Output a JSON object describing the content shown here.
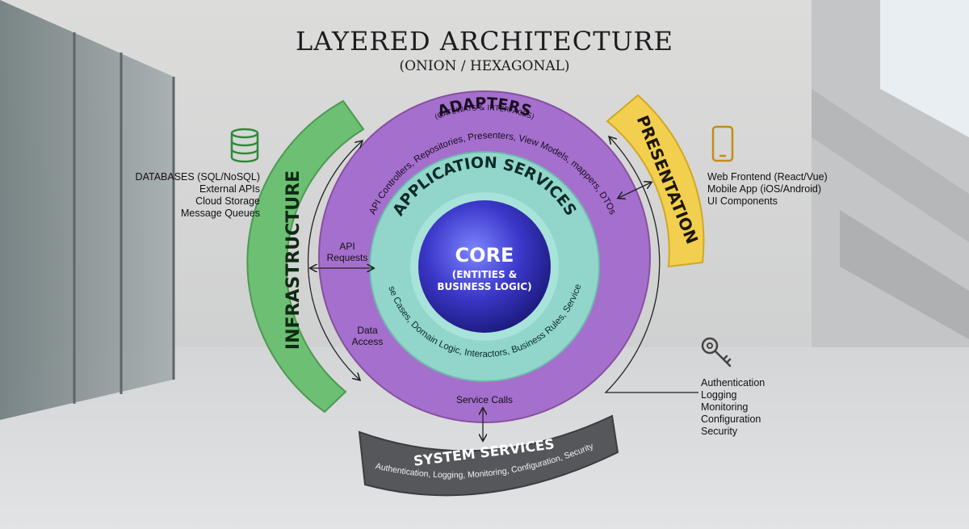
{
  "title": "LAYERED ARCHITECTURE",
  "subtitle": "(ONION / HEXAGONAL)",
  "colors": {
    "adapters": "#a56fcd",
    "application": "#92d6cb",
    "core": "#3b37c9",
    "infrastructure": "#6dbf73",
    "presentation": "#f2cf4e",
    "system_services": "#55575a"
  },
  "layers": {
    "adapters": {
      "title": "ADAPTERS",
      "subtitle": "(GATEWAYS & INTERFACES)",
      "items": "API Controllers, Repositories, Presenters, View Models, mappers, DTOs"
    },
    "application": {
      "title": "APPLICATION SERVICES",
      "items": "Use Cases, Domain Logic, Interactors, Business Rules, Services"
    },
    "core": {
      "title": "CORE",
      "subtitle_line1": "(ENTITIES &",
      "subtitle_line2": "BUSINESS LOGIC)"
    },
    "infrastructure": {
      "title": "INFRASTRUCTURE",
      "icon": "database-icon",
      "items": [
        "DATABASES (SQL/NoSQL)",
        "External APIs",
        "Cloud Storage",
        "Message Queues"
      ]
    },
    "presentation": {
      "title": "PRESENTATION",
      "icon": "smartphone-icon",
      "items": [
        "Web Frontend (React/Vue)",
        "Mobile App (iOS/Android)",
        "UI Components"
      ]
    },
    "system_services": {
      "title": "SYSTEM SERVICES",
      "items": "Authentication, Logging, Monitoring, Configuration, Security",
      "icon": "key-icon",
      "list": [
        "Authentication",
        "Logging",
        "Monitoring",
        "Configuration",
        "Security"
      ]
    }
  },
  "connectors": {
    "api_requests_line1": "API",
    "api_requests_line2": "Requests",
    "data_access_line1": "Data",
    "data_access_line2": "Access",
    "service_calls": "Service Calls"
  }
}
